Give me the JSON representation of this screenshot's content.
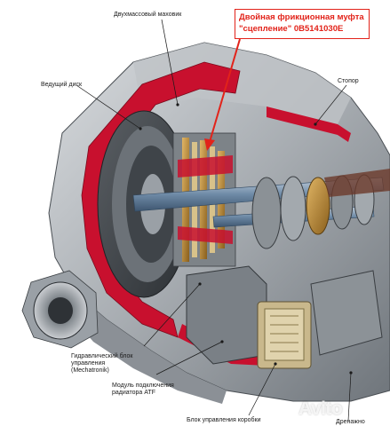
{
  "title_box": {
    "line1": "Двойная фрикционная муфта",
    "line2": "\"сцепление\" 0B5141030E"
  },
  "labels": {
    "dual_mass_flywheel": "Двухмассовый маховик",
    "drive_disc": "Ведущий диск",
    "stopper": "Стопор",
    "mechatronic_line1": "Гидравлический блок",
    "mechatronic_line2": "управления",
    "mechatronic_line3": "(Mechatronik)",
    "atf_module_line1": "Модуль подключения",
    "atf_module_line2": "радиатора ATF",
    "gearbox_control": "Блок управления коробки",
    "drain": "Дренажно"
  },
  "watermark": {
    "text": "Avito"
  },
  "colors": {
    "callout_red": "#e2231a",
    "housing_red": "#c8102e",
    "housing_grey": "#9ea3a8",
    "shaft_blue": "#3a6ea5",
    "gear_gold": "#b8862b"
  }
}
